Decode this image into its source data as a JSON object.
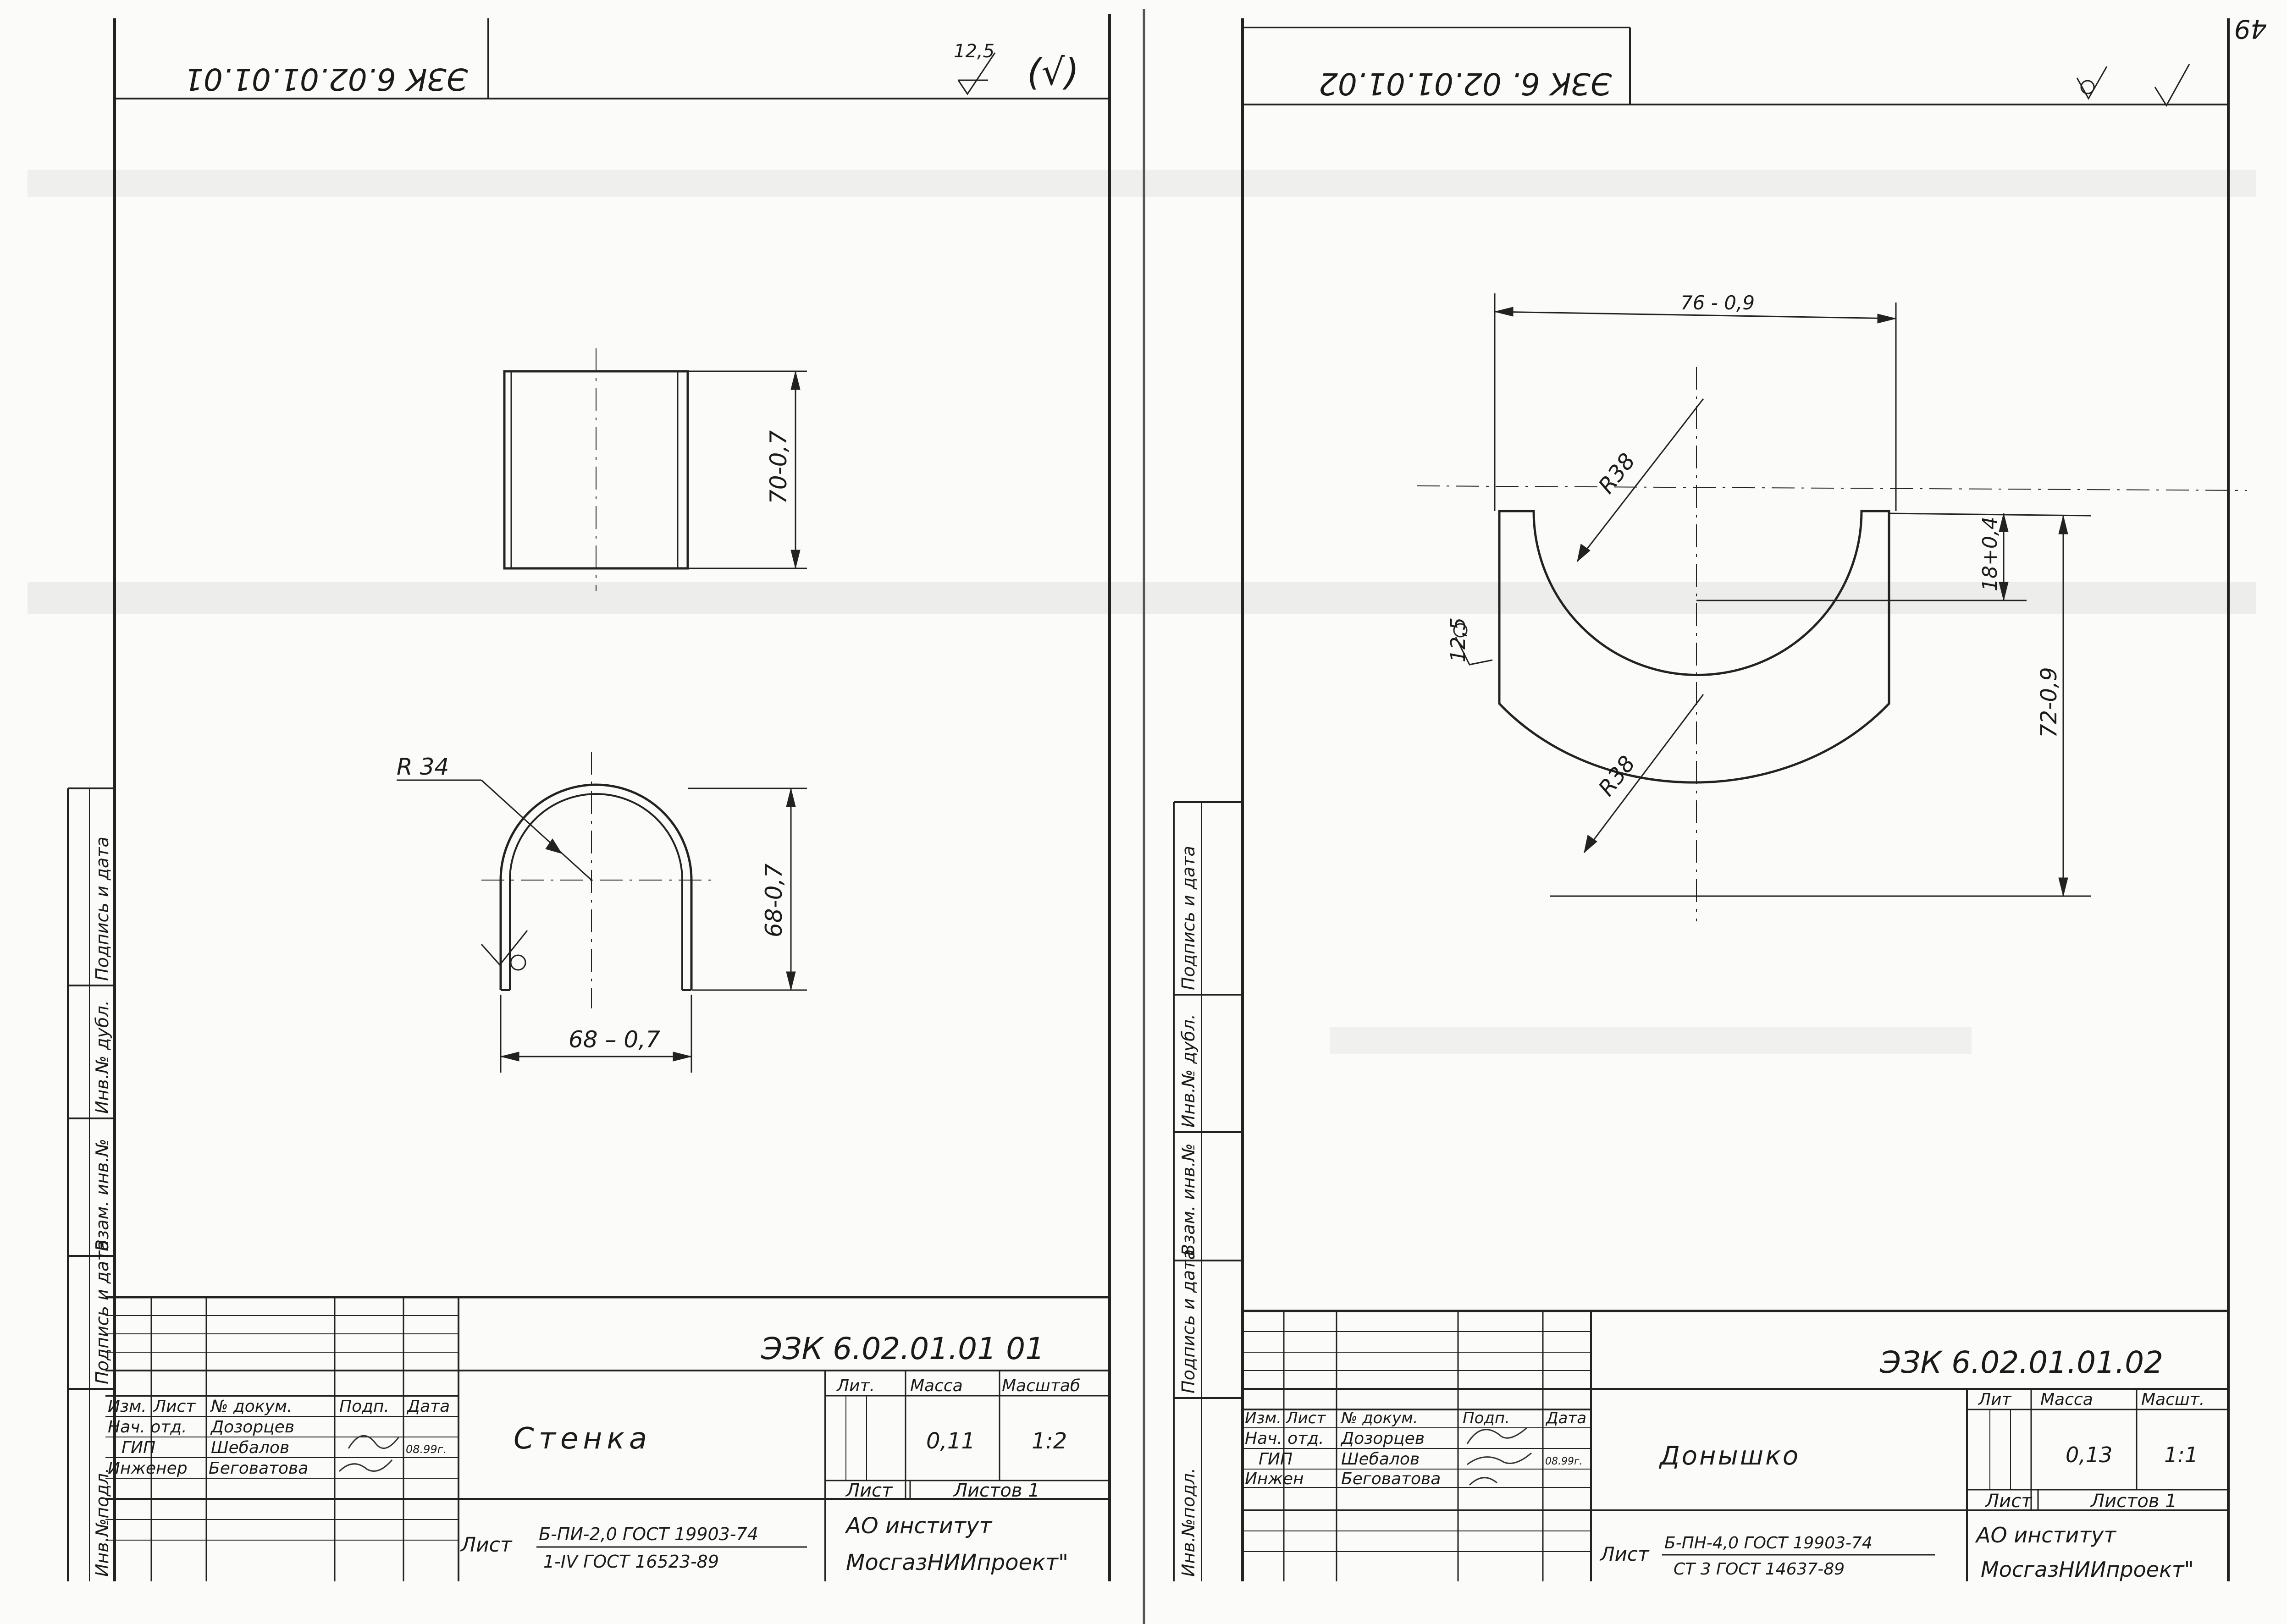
{
  "page_number": "49",
  "left_sheet": {
    "stamp_code": "ЭЗК 6.02.01.01.01",
    "roughness": "12,5",
    "roughness_paren": "(√)",
    "dimensions": {
      "height_top": "70-0,7",
      "radius": "R 34",
      "height_bottom": "68-0,7",
      "width_bottom": "68 – 0,7"
    },
    "side_labels": [
      "Инв.№подл.",
      "Подпись и дата",
      "Взам. инв.№",
      "Инв.№ дубл.",
      "Подпись и дата"
    ],
    "title_block": {
      "designation": "ЭЗК 6.02.01.01 01",
      "name": "Стенка",
      "headers": {
        "izm": "Изм.",
        "list": "Лист",
        "doc": "№ докум.",
        "sign": "Подп.",
        "date": "Дата"
      },
      "role1": "Нач. отд.",
      "person1": "Дозорцев",
      "role2": "ГИП",
      "person2": "Шебалов",
      "date2": "08.99г.",
      "role3": "Инженер",
      "person3": "Беговатова",
      "lit_label": "Лит.",
      "mass_label": "Масса",
      "scale_label": "Масштаб",
      "mass": "0,11",
      "scale": "1:2",
      "sheet_label": "Лист",
      "sheets_label": "Листов 1",
      "material_prefix": "Лист",
      "material1": "Б-ПИ-2,0 ГОСТ 19903-74",
      "material2": "1-IV ГОСТ 16523-89",
      "org1": "АО институт",
      "org2": "МосгазНИИпроект\""
    }
  },
  "right_sheet": {
    "stamp_code": "ЭЗК 6. 02.01.01.02",
    "dimensions": {
      "width_top": "76 - 0,9",
      "radius_top": "R38",
      "depth": "18+0,4",
      "height": "72-0,9",
      "radius_bottom": "R38",
      "roughness": "12,5"
    },
    "side_labels": [
      "Инв.№подл.",
      "Подпись и дата",
      "Взам. инв.№",
      "Инв.№ дубл.",
      "Подпись и дата"
    ],
    "title_block": {
      "designation": "ЭЗК 6.02.01.01.02",
      "name": "Донышко",
      "headers": {
        "izm": "Изм.",
        "list": "Лист",
        "doc": "№ докум.",
        "sign": "Подп.",
        "date": "Дата"
      },
      "role1": "Нач. отд.",
      "person1": "Дозорцев",
      "role2": "ГИП",
      "person2": "Шебалов",
      "date2": "08.99г.",
      "role3": "Инжен",
      "person3": "Беговатова",
      "lit_label": "Лит",
      "mass_label": "Масса",
      "scale_label": "Масшт.",
      "mass": "0,13",
      "scale": "1:1",
      "sheet_label": "Лист",
      "sheets_label": "Листов 1",
      "material_prefix": "Лист",
      "material1": "Б-ПН-4,0 ГОСТ 19903-74",
      "material2": "СТ 3 ГОСТ 14637-89",
      "org1": "АО институт",
      "org2": "МосгазНИИпроект\""
    }
  }
}
